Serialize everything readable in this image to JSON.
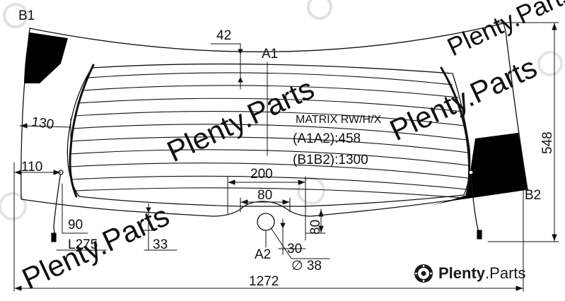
{
  "labels": {
    "b1": "B1",
    "b2": "B2",
    "a1": "A1",
    "a2": "A2"
  },
  "dimensions": {
    "d42": "42",
    "d130": "130",
    "d110": "110",
    "d90": "90",
    "d275": "L275",
    "d33": "33",
    "d200": "200",
    "d80h": "80",
    "d80v": "80",
    "d30": "30",
    "d38": "∅ 38",
    "d548": "548",
    "d1272": "1272"
  },
  "info": {
    "model": "MATRIX RW/H/X",
    "a1a2": "(A1A2):458",
    "b1b2": "(B1B2):1300"
  },
  "watermark": {
    "brand": "Plenty",
    "dot": ".",
    "tld": "Parts",
    "text": "Plenty.Parts"
  },
  "colors": {
    "line": "#111111",
    "black_fill": "#000000",
    "watermark": "#d6d6d6"
  }
}
